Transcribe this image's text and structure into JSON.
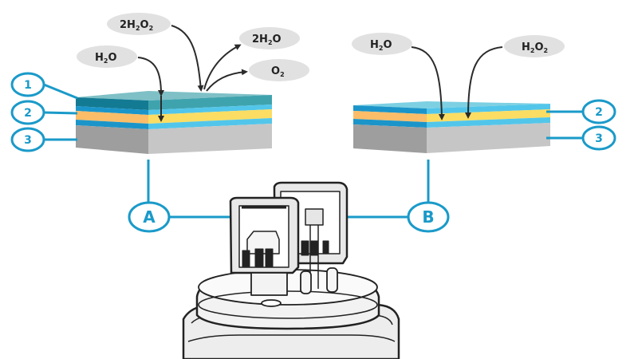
{
  "colors": {
    "accent": "#1a9ac9",
    "bubble": "#e1e1e1",
    "layer1_front": "#137a93",
    "layer1_top": "#7ec0c6",
    "layer1_side": "#3fa3ae",
    "blue_front": "#1b95c9",
    "blue_side": "#52c6ea",
    "yellow_front": "#fbbd68",
    "yellow_side": "#fbdd63",
    "gray_front": "#9e9e9e",
    "gray_side": "#c6c6c6",
    "arrow": "#2b2b2b"
  },
  "sensor_a": {
    "label": "A",
    "layers": [
      {
        "number": "1",
        "name": "layer-1"
      },
      {
        "number": "2",
        "name": "layer-2"
      },
      {
        "number": "3",
        "name": "layer-3"
      }
    ],
    "bubbles": [
      {
        "id": "h2o",
        "main": "H",
        "sub1": "2",
        "tail": "O",
        "sub2": ""
      },
      {
        "id": "2h2o2",
        "main": "2H",
        "sub1": "2",
        "tail": "O",
        "sub2": "2"
      },
      {
        "id": "2h2o",
        "main": "2H",
        "sub1": "2",
        "tail": "O",
        "sub2": ""
      },
      {
        "id": "o2",
        "main": "O",
        "sub1": "2",
        "tail": "",
        "sub2": ""
      }
    ]
  },
  "sensor_b": {
    "label": "B",
    "layers": [
      {
        "number": "2",
        "name": "layer-2"
      },
      {
        "number": "3",
        "name": "layer-3"
      }
    ],
    "bubbles": [
      {
        "id": "h2o",
        "main": "H",
        "sub1": "2",
        "tail": "O",
        "sub2": ""
      },
      {
        "id": "h2o2",
        "main": "H",
        "sub1": "2",
        "tail": "O",
        "sub2": "2"
      }
    ]
  }
}
